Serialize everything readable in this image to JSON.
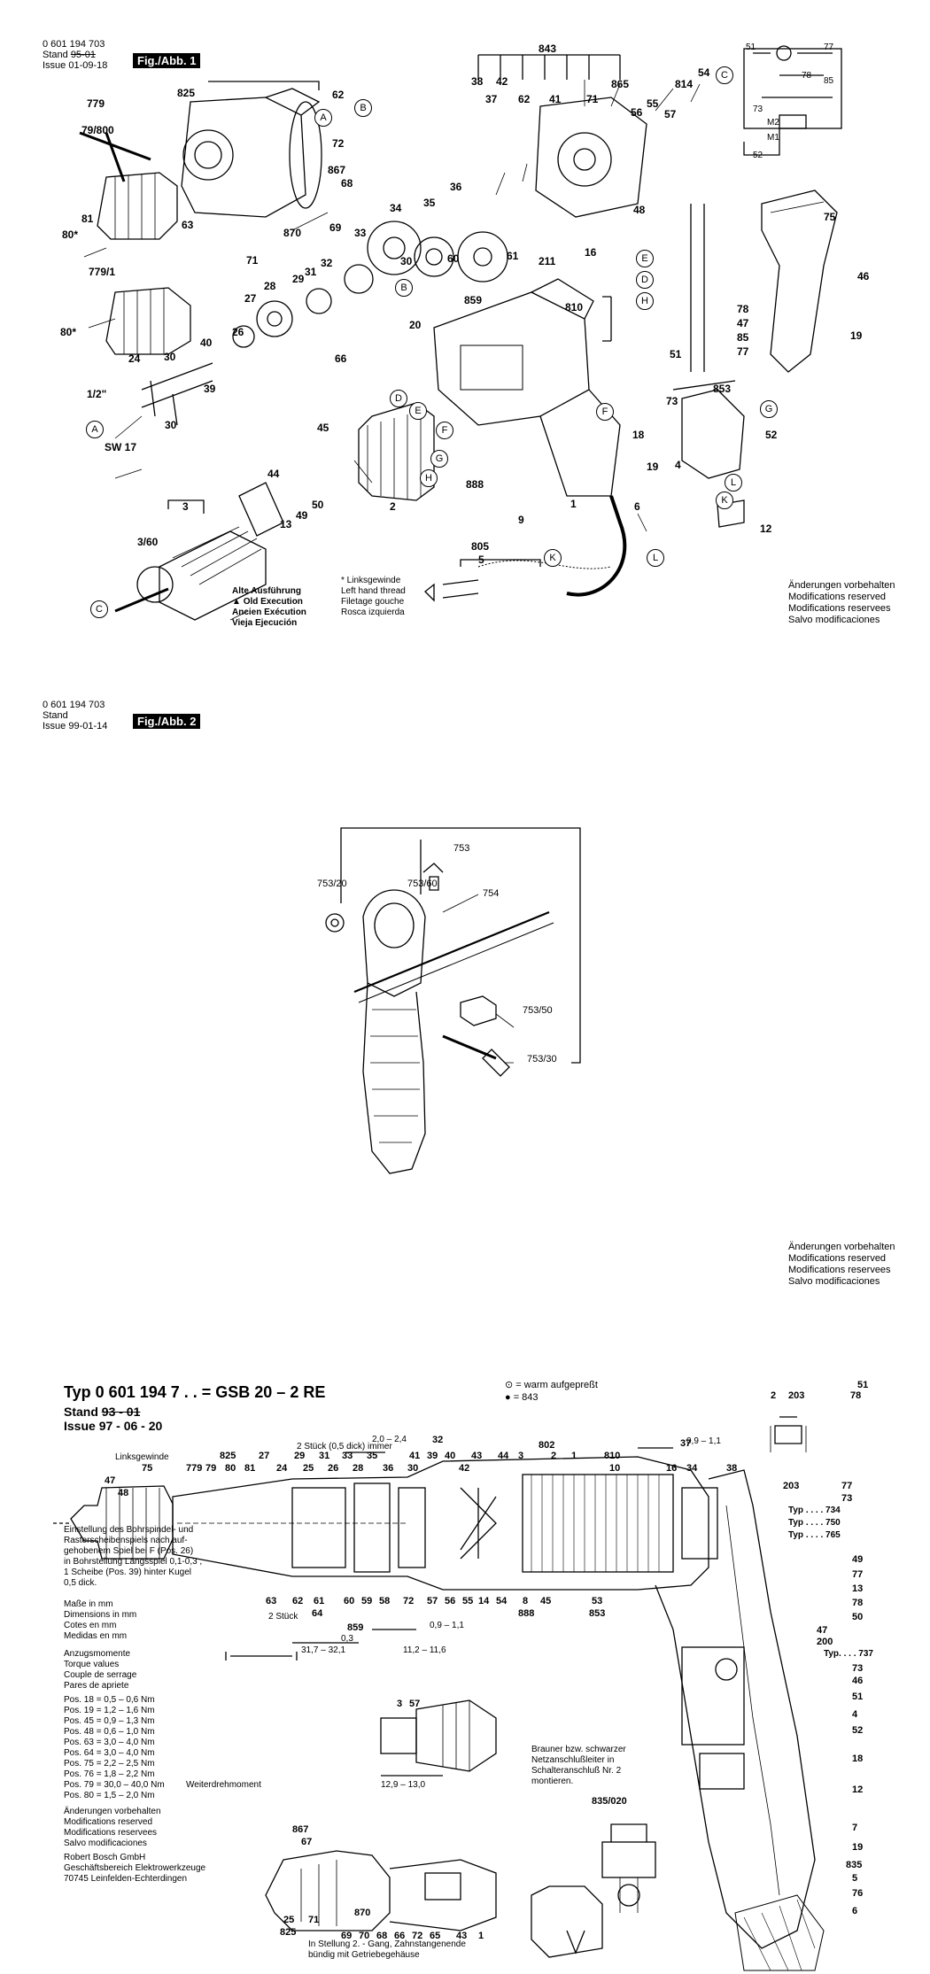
{
  "sheet1": {
    "part_number": "0 601 194 703",
    "stand_issue_label": "Stand",
    "issue_label": "Issue",
    "stand_old": "95-01",
    "date": "01-09-18",
    "fig_label": "Fig./Abb. 1",
    "labels": [
      "843",
      "825",
      "38",
      "42",
      "37",
      "62",
      "41",
      "71",
      "865",
      "54",
      "56",
      "55",
      "57",
      "814",
      "779",
      "79/800",
      "62",
      "72",
      "867",
      "68",
      "81",
      "870",
      "69",
      "63",
      "34",
      "35",
      "36",
      "80*",
      "71",
      "30",
      "32",
      "33",
      "60",
      "61",
      "779/1",
      "28",
      "31",
      "29",
      "27",
      "859",
      "211",
      "16",
      "48",
      "75",
      "46",
      "20",
      "810",
      "78",
      "47",
      "85",
      "77",
      "51",
      "19",
      "80*",
      "26",
      "40",
      "24",
      "30",
      "66",
      "1/2\"",
      "39",
      "30",
      "SW 17",
      "45",
      "853",
      "73",
      "52",
      "18",
      "19",
      "4",
      "888",
      "9",
      "1",
      "6",
      "12",
      "44",
      "50",
      "49",
      "13",
      "2",
      "3",
      "3/60",
      "805",
      "5"
    ],
    "letters": [
      "A",
      "B",
      "C",
      "D",
      "E",
      "F",
      "G",
      "H",
      "K",
      "L"
    ],
    "legend_title": [
      "Alte Ausführung",
      "Old Execution",
      "Ancien Exécution",
      "Vieja Ejecución"
    ],
    "thread_note": [
      "Linksgewinde",
      "Left hand thread",
      "Filetage gouche",
      "Rosca izquierda"
    ],
    "modifications": [
      "Änderungen vorbehalten",
      "Modifications reserved",
      "Modifications reservees",
      "Salvo modificaciones"
    ],
    "circuit_labels": [
      "51",
      "77",
      "78",
      "85",
      "73",
      "M2",
      "M1",
      "52"
    ]
  },
  "sheet2": {
    "part_number": "0 601 194 703",
    "stand_issue_label": "Stand",
    "issue_label": "Issue",
    "date": "99-01-14",
    "fig_label": "Fig./Abb. 2",
    "labels": [
      "753",
      "753/20",
      "753/60",
      "754",
      "753/50",
      "753/30"
    ],
    "modifications": [
      "Änderungen vorbehalten",
      "Modifications reserved",
      "Modifications reservees",
      "Salvo modificaciones"
    ]
  },
  "sheet3": {
    "type_title": "Typ 0 601 194 7 . . = GSB 20 – 2 RE",
    "stand": "Stand",
    "stand_value": "93 - 01",
    "issue": "Issue",
    "issue_value": "97 - 06 - 20",
    "legend": [
      "= warm aufgepreßt",
      "= 843"
    ],
    "linksgewinde": "Linksgewinde",
    "top_labels": [
      "825",
      "27",
      "29",
      "31",
      "33",
      "35",
      "36",
      "41",
      "39",
      "40",
      "42",
      "43",
      "44",
      "3",
      "802",
      "2",
      "1",
      "810",
      "10",
      "16",
      "47",
      "48",
      "75",
      "779",
      "79",
      "80",
      "81",
      "24",
      "25",
      "26",
      "28",
      "30",
      "32",
      "34",
      "37",
      "38"
    ],
    "dim_labels": [
      "2,0 – 2,4",
      "2 Stück (0,5 dick) immer",
      "0,9 – 1,1",
      "0,9 – 1,1",
      "0,3",
      "31,7 – 32,1",
      "11,2 – 11,6",
      "12,9 – 13,0"
    ],
    "right_labels": [
      "51",
      "2",
      "203",
      "78",
      "203",
      "77",
      "73",
      "Typ . . . . 734",
      "Typ . . . . 750",
      "Typ . . . . 765",
      "49",
      "77",
      "13",
      "78",
      "50",
      "47",
      "200",
      "Typ. . . . 737",
      "73",
      "46",
      "51",
      "4",
      "52",
      "18",
      "12",
      "7",
      "19",
      "835",
      "5",
      "76",
      "6"
    ],
    "bottom_labels": [
      "63",
      "62",
      "61",
      "64",
      "60",
      "59",
      "58",
      "72",
      "57",
      "56",
      "55",
      "14",
      "54",
      "8",
      "45",
      "53",
      "853",
      "888",
      "859",
      "2 Stück"
    ],
    "adjust_note": [
      "Einstellung des Bohrspindel- und",
      "Rasterscheibenspiels nach auf-",
      "gehobenem Spiel bei F (Pos. 26)",
      "in Bohrstellung Längsspiel 0,1-0,3 ,",
      "1 Scheibe (Pos. 39) hinter Kugel",
      "0,5 dick."
    ],
    "dims_note": [
      "Maße in mm",
      "Dimensions in mm",
      "Cotes en mm",
      "Medidas en mm"
    ],
    "torque_head": [
      "Anzugsmomente",
      "Torque values",
      "Couple de serrage",
      "Pares de apriete"
    ],
    "torque_rows": [
      {
        "pos": "Pos. 18 = 0,5 –  0,6 Nm"
      },
      {
        "pos": "Pos. 19 = 1,2 –  1,6 Nm"
      },
      {
        "pos": "Pos. 45 = 0,9 –  1,3 Nm"
      },
      {
        "pos": "Pos. 48 = 0,6 –  1,0 Nm"
      },
      {
        "pos": "Pos. 63 = 3,0 –  4,0 Nm"
      },
      {
        "pos": "Pos. 64 = 3,0 –  4,0 Nm"
      },
      {
        "pos": "Pos. 75 = 2,2 –  2,5 Nm"
      },
      {
        "pos": "Pos. 76 = 1,8 –  2,2 Nm"
      },
      {
        "pos": "Pos. 79 = 30,0 – 40,0 Nm"
      },
      {
        "pos": "Pos. 80 = 1,5 –  2,0 Nm"
      }
    ],
    "weiter_note": "Weiterdrehmoment",
    "modifications": [
      "Änderungen vorbehalten",
      "Modifications reserved",
      "Modifications reservees",
      "Salvo modificaciones"
    ],
    "company": [
      "Robert Bosch GmbH",
      "Geschäftsbereich Elektrowerkzeuge",
      "70745 Leinfelden-Echterdingen"
    ],
    "cable_note": [
      "Brauner bzw. schwarzer",
      "Netzanschlußleiter in",
      "Schalteranschluß Nr. 2",
      "montieren."
    ],
    "cable_ref": "835/020",
    "gear_note": [
      "In Stellung 2. - Gang, Zahnstangenende",
      "bündig mit Getriebegehäuse"
    ],
    "detail_labels": [
      "3",
      "57",
      "867",
      "67",
      "870",
      "25",
      "71",
      "825",
      "69",
      "70",
      "68",
      "66",
      "72",
      "65",
      "43",
      "1"
    ]
  }
}
